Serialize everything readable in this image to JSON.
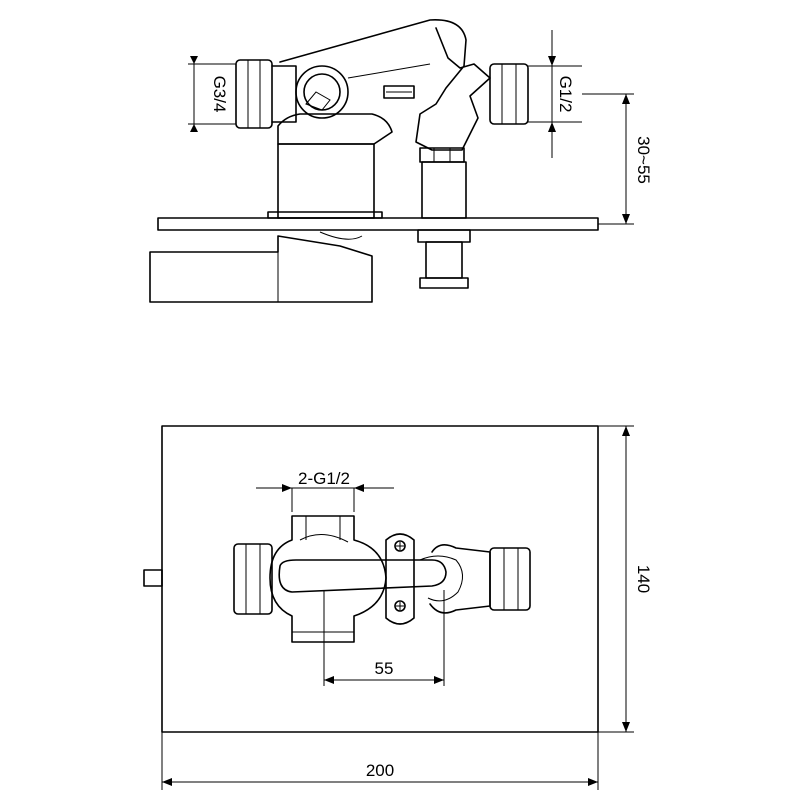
{
  "labels": {
    "inlet_side": "G3/4",
    "inlet_outlet": "G1/2",
    "depth_range": "30~55",
    "top_thread": "2-G1/2",
    "center_distance": "55",
    "plate_height": "140",
    "plate_width": "200"
  }
}
